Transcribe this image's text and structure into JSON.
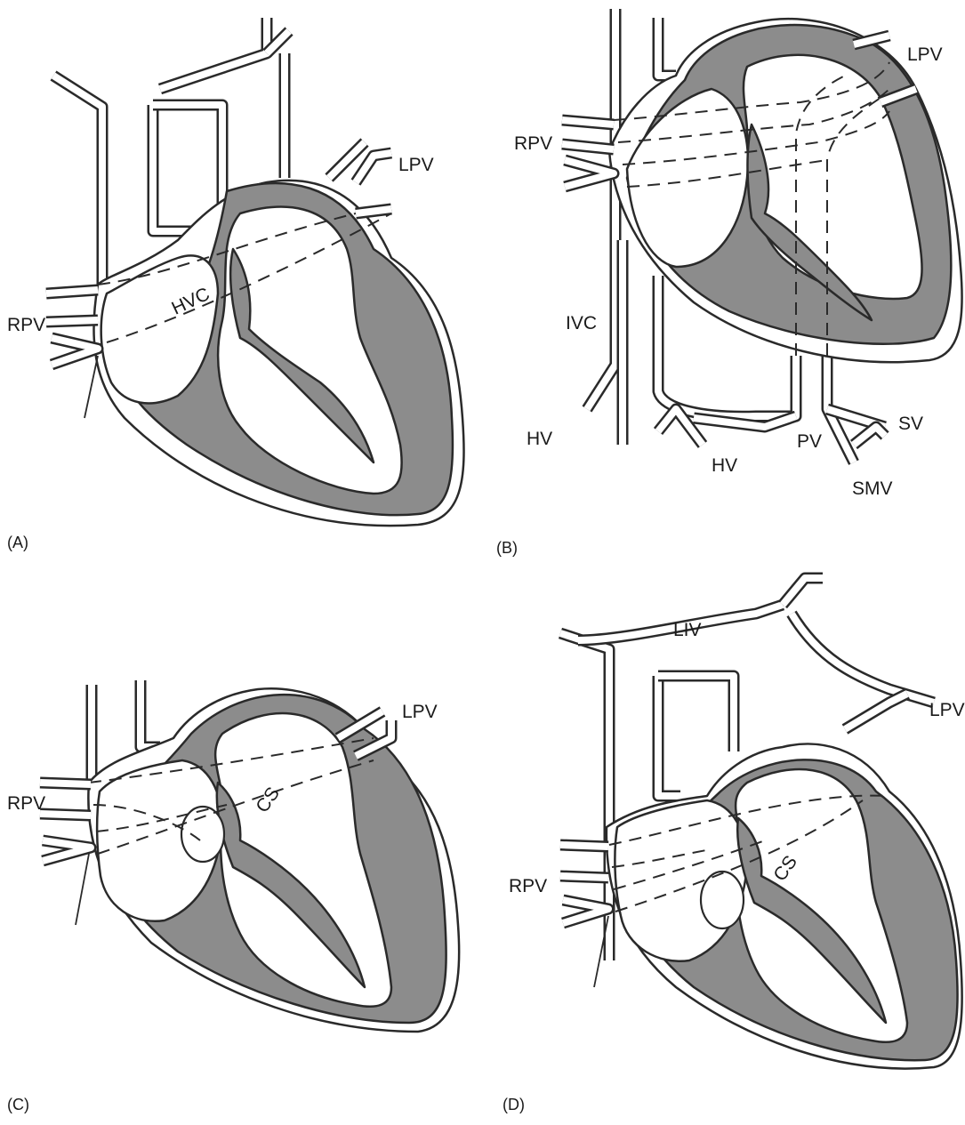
{
  "panels": {
    "A": {
      "caption": "(A)",
      "labels": {
        "lpv": "LPV",
        "rpv": "RPV",
        "hvc": "HVC"
      }
    },
    "B": {
      "caption": "(B)",
      "labels": {
        "lpv": "LPV",
        "rpv": "RPV",
        "ivc": "IVC",
        "hv_left": "HV",
        "hv_right": "HV",
        "pv": "PV",
        "sv": "SV",
        "smv": "SMV"
      }
    },
    "C": {
      "caption": "(C)",
      "labels": {
        "lpv": "LPV",
        "rpv": "RPV",
        "cs": "CS"
      }
    },
    "D": {
      "caption": "(D)",
      "labels": {
        "liv": "LIV",
        "lpv": "LPV",
        "rpv": "RPV",
        "cs": "CS"
      }
    }
  },
  "colors": {
    "line": "#2a2a2a",
    "myocardium": "#8c8c8c",
    "background": "#ffffff"
  }
}
